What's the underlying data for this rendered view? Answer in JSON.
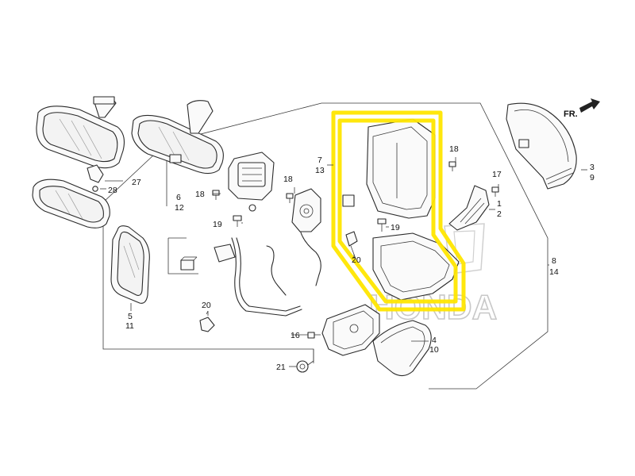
{
  "direction_label": "FR.",
  "watermark_text": "HONDA",
  "highlight_color": "#ffe600",
  "labels": {
    "l27": "27",
    "l28": "28",
    "l6": "6",
    "l12": "12",
    "l18a": "18",
    "l19a": "19",
    "l5": "5",
    "l11": "11",
    "l20a": "20",
    "l7": "7",
    "l13": "13",
    "l18b": "18",
    "l18c": "18",
    "l20b": "20",
    "l19b": "19",
    "l17": "17",
    "l1": "1",
    "l2": "2",
    "l3": "3",
    "l9": "9",
    "l8": "8",
    "l14": "14",
    "l16": "16",
    "l21": "21",
    "l4": "4",
    "l10": "10"
  }
}
